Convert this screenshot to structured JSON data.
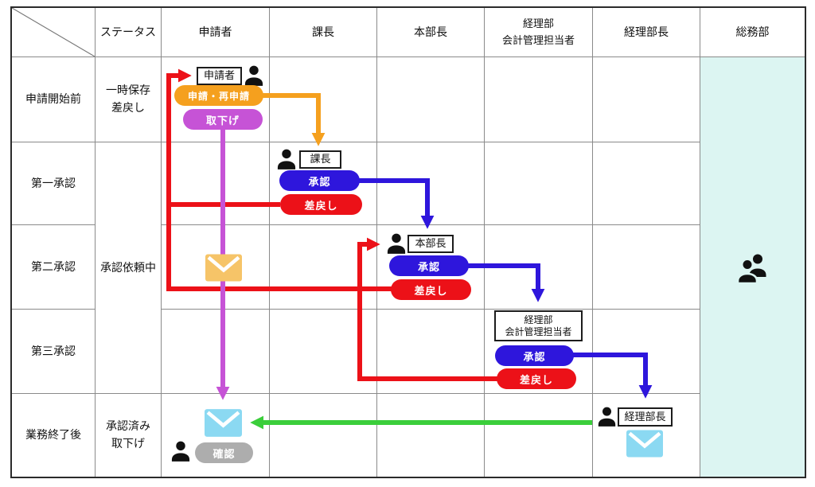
{
  "header": {
    "corner_label": "",
    "columns": [
      "ステータス",
      "申請者",
      "課長",
      "本部長",
      "経理部\n会計管理担当者",
      "経理部長",
      "総務部"
    ]
  },
  "row_labels": [
    "申請開始前",
    "第一承認",
    "第二承認",
    "第三承認",
    "業務終了後"
  ],
  "status_labels": {
    "before_start": "一時保存\n差戻し",
    "in_request": "承認依頼中",
    "after_end": "承認済み\n取下げ"
  },
  "nodes": {
    "applicant_box": "申請者",
    "apply_resubmit_button": "申請・再申請",
    "withdraw_button": "取下げ",
    "section_chief_box": "課長",
    "first_approve_button": "承認",
    "first_remand_button": "差戻し",
    "division_head_box": "本部長",
    "second_approve_button": "承認",
    "second_remand_button": "差戻し",
    "accounting_staff_box": "経理部\n会計管理担当者",
    "third_approve_button": "承認",
    "third_remand_button": "差戻し",
    "accounting_manager_box": "経理部長",
    "confirm_button": "確認"
  },
  "icons": {
    "person": "person-icon",
    "mail": "mail-icon",
    "people": "people-icon"
  },
  "colors": {
    "approve_blue": "#2E16DC",
    "remand_red": "#EC1118",
    "apply_orange": "#F5A01E",
    "withdraw_purple": "#C653D6",
    "confirm_gray": "#ADADAD",
    "notify_green": "#3BCE3B",
    "mail_orange": "#F6C468",
    "mail_cyan": "#8BD9F2",
    "general_affairs_bg": "#DCF5F2"
  }
}
